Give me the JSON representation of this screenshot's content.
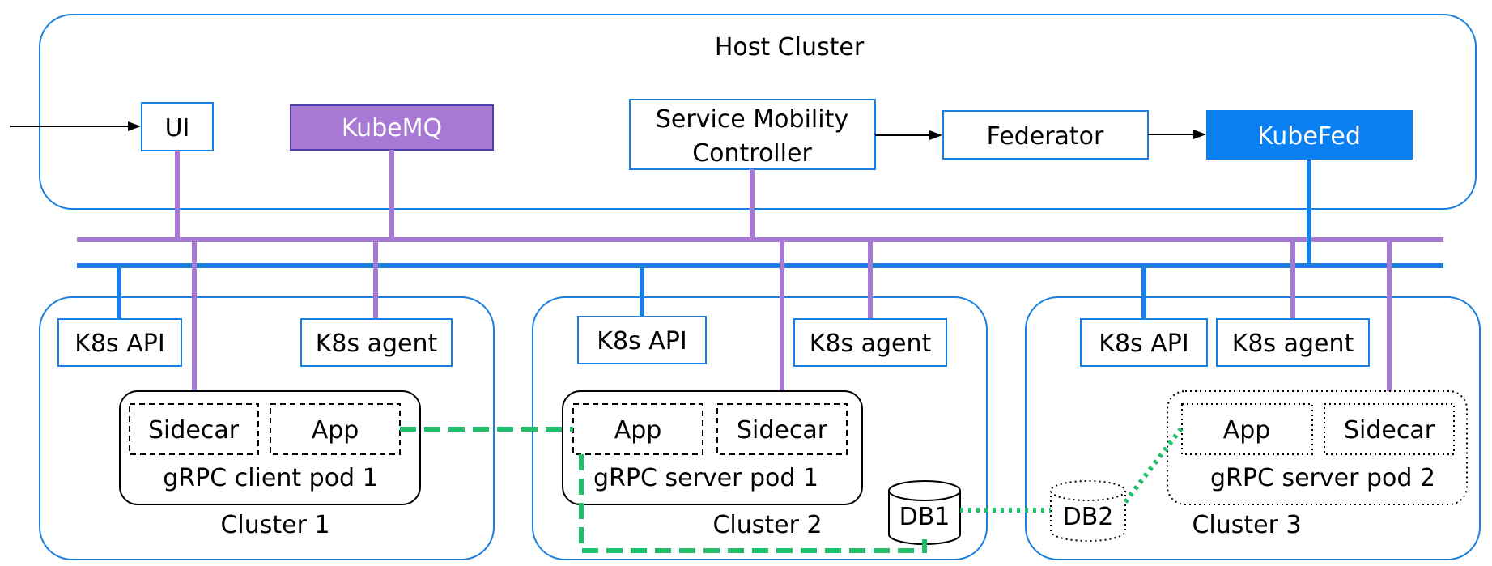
{
  "host_cluster": {
    "title": "Host Cluster"
  },
  "host_components": {
    "ui": "UI",
    "kubemq": "KubeMQ",
    "smc_line1": "Service Mobility",
    "smc_line2": "Controller",
    "federator": "Federator",
    "kubefed": "KubeFed"
  },
  "clusters": [
    {
      "name": "Cluster 1",
      "k8s_api": "K8s API",
      "k8s_agent": "K8s agent",
      "pod": {
        "name": "gRPC client pod 1",
        "left": "Sidecar",
        "right": "App"
      }
    },
    {
      "name": "Cluster 2",
      "k8s_api": "K8s API",
      "k8s_agent": "K8s agent",
      "pod": {
        "name": "gRPC server pod 1",
        "left": "App",
        "right": "Sidecar"
      },
      "db": "DB1"
    },
    {
      "name": "Cluster 3",
      "k8s_api": "K8s API",
      "k8s_agent": "K8s agent",
      "pod": {
        "name": "gRPC server pod 2",
        "left": "App",
        "right": "Sidecar"
      },
      "db": "DB2"
    }
  ],
  "colors": {
    "blue": "#1a7fe0",
    "purple": "#a879d4",
    "kubemq_fill": "#a879d4",
    "kubefed_fill": "#0a7ff0",
    "green": "#1fbf6a",
    "box_border": "#1a7fe0"
  }
}
